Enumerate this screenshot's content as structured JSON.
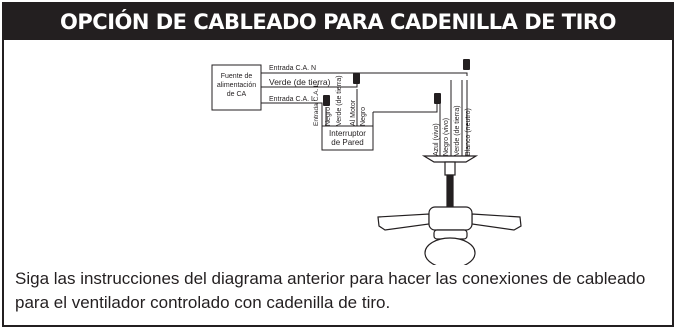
{
  "title": "OPCIÓN DE CABLEADO PARA CADENILLA DE TIRO",
  "diagram": {
    "source_box": "Fuente de alimentación de CA",
    "source_lines": [
      "Fuente de",
      "alimentación",
      "de CA"
    ],
    "entrada_n": "Entrada C.A. N",
    "verde_tierra": "Verde (de tierra)",
    "entrada_l": "Entrada C.A. L",
    "switch_wires": [
      "Entrada C.A. L",
      "Negro",
      "Verde (de tierra)",
      "Al Motor",
      "Negro"
    ],
    "switch_box": "Interruptor de Pared",
    "switch_lines": [
      "Interruptor",
      "de Pared"
    ],
    "fan_wires": [
      "Azul (vivo)",
      "Negro (vivo)",
      "Verde (de tierra)",
      "Blanco (neutro)"
    ]
  },
  "caption": "Siga las instrucciones del diagrama anterior para hacer las conexiones de cableado para el ventilador controlado con cadenilla de tiro."
}
